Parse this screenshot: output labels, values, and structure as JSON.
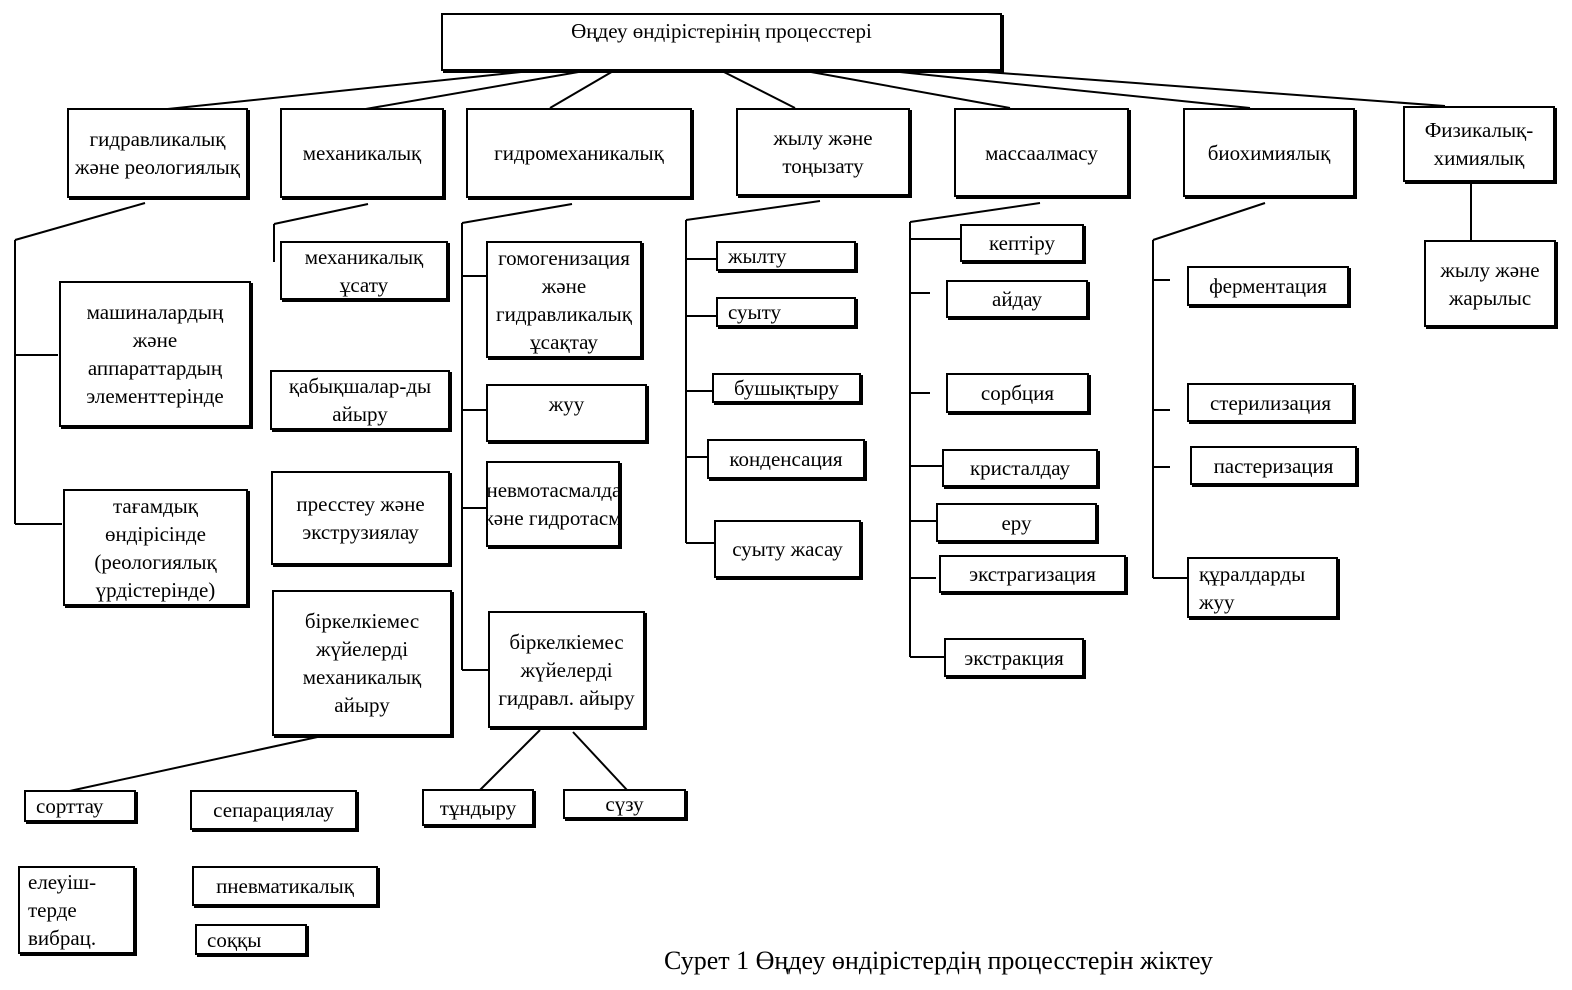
{
  "root": "Өңдеу өндірістерінің процесстері",
  "categories": {
    "hydraulic": "гидравликалық және реологиялық",
    "mechanical": "механикалық",
    "hydromechanical": "гидромеханикалық",
    "thermal": "жылу және тоңызату",
    "mass_exchange": "массаалмасу",
    "biochemical": "биохимиялық",
    "physchem": "Физикалық-химиялық"
  },
  "hydraulic_items": [
    "машиналардың және аппараттардың элементтерінде",
    "тағамдық өндірісінде (реологиялық үрдістерінде)"
  ],
  "mechanical_items": [
    "механикалық ұсату",
    "қабықшалар-ды айыру",
    "пресстеу және экструзиялау",
    "біркелкіемес жүйелерді механикалық айыру"
  ],
  "mechanical_separation_items": [
    "сорттау",
    "сепарациялау",
    "елеуіш-терде вибрац.",
    "пневматикалық",
    "соққы"
  ],
  "hydromechanical_items": [
    "гомогенизация және гидравликалық ұсақтау",
    "жуу",
    "пневмотасмалдау және гидротасм.",
    "біркелкіемес жүйелерді гидравл. айыру"
  ],
  "hydraulic_separation_items": [
    "тұндыру",
    "сүзу"
  ],
  "thermal_items": [
    "жылту",
    "суыту",
    "бушықтыру",
    "конденсация",
    "суыту жасау"
  ],
  "mass_exchange_items": [
    "кептіру",
    "айдау",
    "сорбция",
    "кристалдау",
    "еру",
    "экстрагизация",
    "экстракция"
  ],
  "biochemical_items": [
    "ферментация",
    "стерилизация",
    "пастеризация",
    "құралдарды жуу"
  ],
  "physchem_items": [
    "жылу және жарылыс"
  ],
  "caption": "Сурет 1 Өңдеу өндірістердің процесстерін жіктеу"
}
